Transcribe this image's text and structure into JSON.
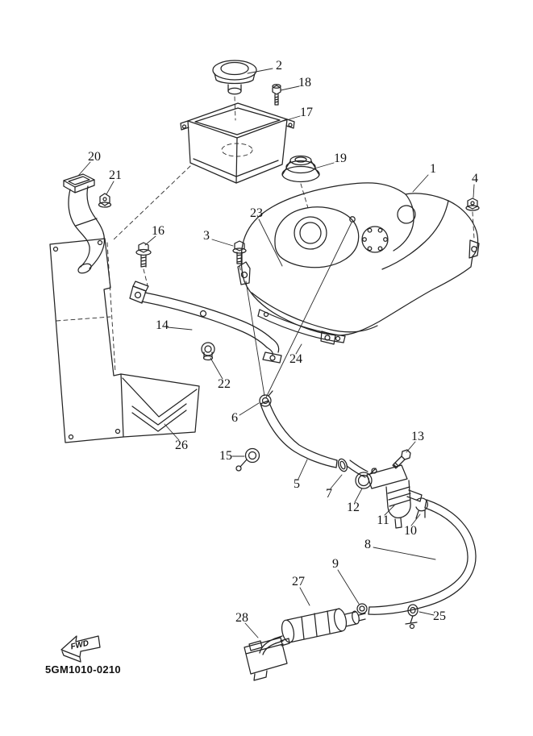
{
  "code": "5GM1010-0210",
  "fwd": "FWD",
  "colors": {
    "line": "#232323",
    "background": "#ffffff"
  },
  "callouts": [
    "1",
    "2",
    "3",
    "4",
    "5",
    "6",
    "7",
    "8",
    "9",
    "10",
    "11",
    "12",
    "13",
    "14",
    "15",
    "16",
    "17",
    "18",
    "19",
    "20",
    "21",
    "22",
    "23",
    "24",
    "25",
    "26",
    "27",
    "28"
  ]
}
